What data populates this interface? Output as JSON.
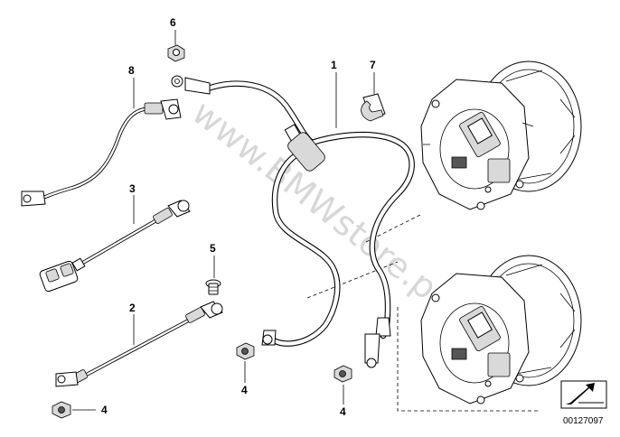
{
  "callouts": {
    "c1": "1",
    "c2": "2",
    "c3": "3",
    "c4a": "4",
    "c4b": "4",
    "c4c": "4",
    "c5": "5",
    "c6": "6",
    "c7": "7",
    "c8": "8"
  },
  "watermark": "www.BMWstore.pl",
  "part_number": "00127097",
  "icons": {
    "corner": "arrow-corner-icon"
  }
}
